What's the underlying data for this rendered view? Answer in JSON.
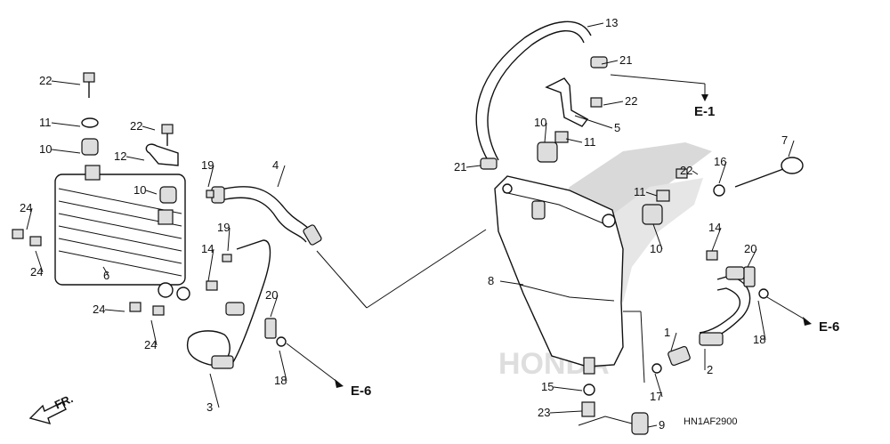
{
  "diagram": {
    "part_callouts": [
      "22",
      "11",
      "10",
      "22",
      "12",
      "10",
      "24",
      "24",
      "6",
      "24",
      "24",
      "19",
      "4",
      "19",
      "14",
      "20",
      "3",
      "18",
      "13",
      "21",
      "22",
      "5",
      "10",
      "11",
      "21",
      "8",
      "7",
      "16",
      "22",
      "11",
      "10",
      "14",
      "20",
      "18",
      "1",
      "2",
      "15",
      "17",
      "23",
      "9"
    ],
    "ref_labels": {
      "e1": "E-1",
      "e6_left": "E-6",
      "e6_right": "E-6"
    },
    "direction_label": "FR.",
    "diagram_code": "HN1AF2900",
    "watermark": "HONDA",
    "colors": {
      "line": "#111111",
      "watermark": "#d8d8d8"
    }
  }
}
